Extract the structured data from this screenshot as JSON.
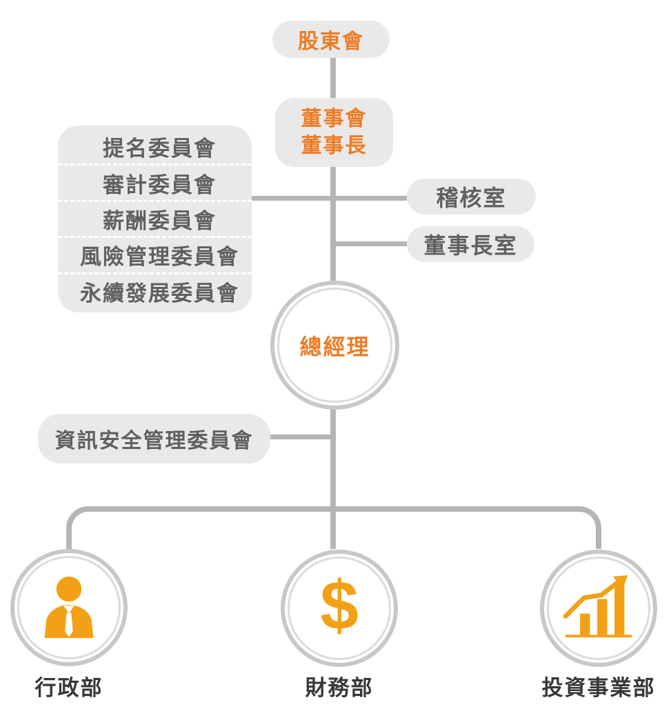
{
  "org": {
    "shareholders": "股東會",
    "board": {
      "line1": "董事會",
      "line2": "董事長"
    },
    "committees": [
      "提名委員會",
      "審計委員會",
      "薪酬委員會",
      "風險管理委員會",
      "永續發展委員會"
    ],
    "audit_office": "稽核室",
    "chairman_office": "董事長室",
    "general_manager": "總經理",
    "infosec_committee": "資訊安全管理委員會",
    "departments": [
      {
        "label": "行政部",
        "icon": "person-icon"
      },
      {
        "label": "財務部",
        "icon": "dollar-icon",
        "glyph": "$"
      },
      {
        "label": "投資事業部",
        "icon": "growth-chart-icon"
      }
    ],
    "colors": {
      "accent_orange": "#ed7c25",
      "icon_orange": "#f2a116",
      "node_fill": "#e9e9e9",
      "node_text": "#606060",
      "connector": "#b5b5b5",
      "label_text": "#373737"
    }
  }
}
